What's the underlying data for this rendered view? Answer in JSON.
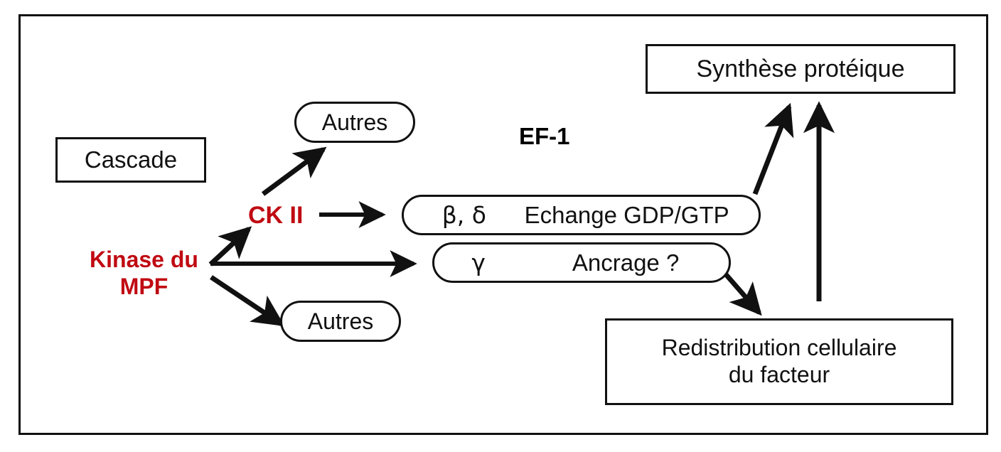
{
  "diagram": {
    "title_label": "EF-1",
    "colors": {
      "red_accent": "#C00A12",
      "stroke": "#111111",
      "background": "#ffffff"
    },
    "nodes": {
      "cascade": {
        "label": "Cascade",
        "shape": "rectangle"
      },
      "autres_top": {
        "label": "Autres",
        "shape": "stadium"
      },
      "autres_bottom": {
        "label": "Autres",
        "shape": "stadium"
      },
      "ck2": {
        "label": "CK II",
        "shape": "text",
        "color": "#C00A12"
      },
      "kinase_mpf": {
        "label_line1": "Kinase du",
        "label_line2": "MPF",
        "shape": "text",
        "color": "#C00A12"
      },
      "ef1": {
        "label": "EF-1",
        "shape": "text"
      },
      "beta_delta": {
        "greek": "β, δ",
        "label": "Echange GDP/GTP",
        "shape": "stadium"
      },
      "gamma": {
        "greek": "γ",
        "label": "Ancrage ?",
        "shape": "stadium"
      },
      "synthese": {
        "label": "Synthèse protéique",
        "shape": "rectangle"
      },
      "redistribution": {
        "label_line1": "Redistribution cellulaire",
        "label_line2": "du facteur",
        "shape": "rectangle"
      }
    },
    "edges": [
      {
        "name": "ck2-to-autres-top",
        "from": "ck2",
        "to": "autres_top",
        "style": "solid-arrow"
      },
      {
        "name": "kinase-to-ck2",
        "from": "kinase_mpf",
        "to": "ck2",
        "style": "solid-arrow"
      },
      {
        "name": "kinase-to-gamma",
        "from": "kinase_mpf",
        "to": "gamma",
        "style": "solid-arrow"
      },
      {
        "name": "kinase-to-autres-bottom",
        "from": "kinase_mpf",
        "to": "autres_bottom",
        "style": "solid-arrow"
      },
      {
        "name": "ck2-to-beta-delta",
        "from": "ck2",
        "to": "beta_delta",
        "style": "solid-arrow"
      },
      {
        "name": "beta-delta-to-synthese",
        "from": "beta_delta",
        "to": "synthese",
        "style": "solid-arrow"
      },
      {
        "name": "gamma-to-redistribution",
        "from": "gamma",
        "to": "redistribution",
        "style": "solid-arrow"
      },
      {
        "name": "redistribution-to-synthese",
        "from": "redistribution",
        "to": "synthese",
        "style": "solid-arrow"
      }
    ]
  }
}
